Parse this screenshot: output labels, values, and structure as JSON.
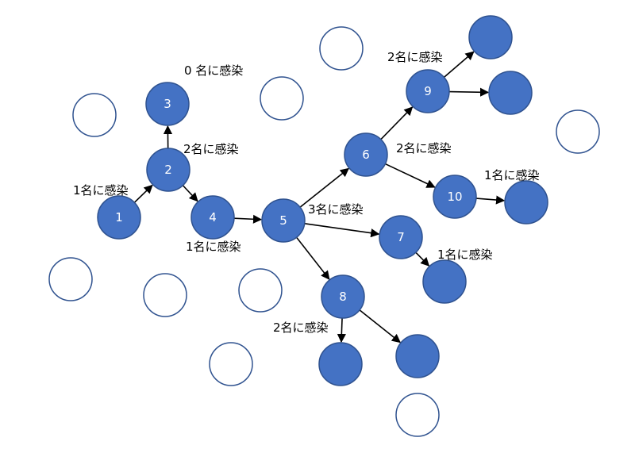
{
  "colors": {
    "filled": "#4472C4",
    "outline": "#2F528F",
    "edge": "#000000"
  },
  "nodes": [
    {
      "id": "n1",
      "label": "1",
      "filled": true
    },
    {
      "id": "n2",
      "label": "2",
      "filled": true
    },
    {
      "id": "n3",
      "label": "3",
      "filled": true
    },
    {
      "id": "n4",
      "label": "4",
      "filled": true
    },
    {
      "id": "n5",
      "label": "5",
      "filled": true
    },
    {
      "id": "n6",
      "label": "6",
      "filled": true
    },
    {
      "id": "n7",
      "label": "7",
      "filled": true
    },
    {
      "id": "n8",
      "label": "8",
      "filled": true
    },
    {
      "id": "n9",
      "label": "9",
      "filled": true
    },
    {
      "id": "n10",
      "label": "10",
      "filled": true
    },
    {
      "id": "n9a",
      "label": "",
      "filled": true
    },
    {
      "id": "n9b",
      "label": "",
      "filled": true
    },
    {
      "id": "n10a",
      "label": "",
      "filled": true
    },
    {
      "id": "n7a",
      "label": "",
      "filled": true
    },
    {
      "id": "n8a",
      "label": "",
      "filled": true
    },
    {
      "id": "n8b",
      "label": "",
      "filled": true
    },
    {
      "id": "e1",
      "label": "",
      "filled": false
    },
    {
      "id": "e2",
      "label": "",
      "filled": false
    },
    {
      "id": "e3",
      "label": "",
      "filled": false
    },
    {
      "id": "e4",
      "label": "",
      "filled": false
    },
    {
      "id": "e5",
      "label": "",
      "filled": false
    },
    {
      "id": "e6",
      "label": "",
      "filled": false
    },
    {
      "id": "e7",
      "label": "",
      "filled": false
    },
    {
      "id": "e8",
      "label": "",
      "filled": false
    },
    {
      "id": "e9",
      "label": "",
      "filled": false
    }
  ],
  "edges": [
    {
      "from": "n1",
      "to": "n2"
    },
    {
      "from": "n2",
      "to": "n3"
    },
    {
      "from": "n2",
      "to": "n4"
    },
    {
      "from": "n4",
      "to": "n5"
    },
    {
      "from": "n5",
      "to": "n6"
    },
    {
      "from": "n5",
      "to": "n7"
    },
    {
      "from": "n5",
      "to": "n8"
    },
    {
      "from": "n6",
      "to": "n9"
    },
    {
      "from": "n6",
      "to": "n10"
    },
    {
      "from": "n9",
      "to": "n9a"
    },
    {
      "from": "n9",
      "to": "n9b"
    },
    {
      "from": "n10",
      "to": "n10a"
    },
    {
      "from": "n7",
      "to": "n7a"
    },
    {
      "from": "n8",
      "to": "n8a"
    },
    {
      "from": "n8",
      "to": "n8b"
    }
  ],
  "annotations": {
    "n1": "1名に感染",
    "n2": "2名に感染",
    "n3": "0 名に感染",
    "n4": "1名に感染",
    "n5": "3名に感染",
    "n6": "2名に感染",
    "n7": "1名に感染",
    "n8": "2名に感染",
    "n9": "2名に感染",
    "n10": "1名に感染"
  }
}
